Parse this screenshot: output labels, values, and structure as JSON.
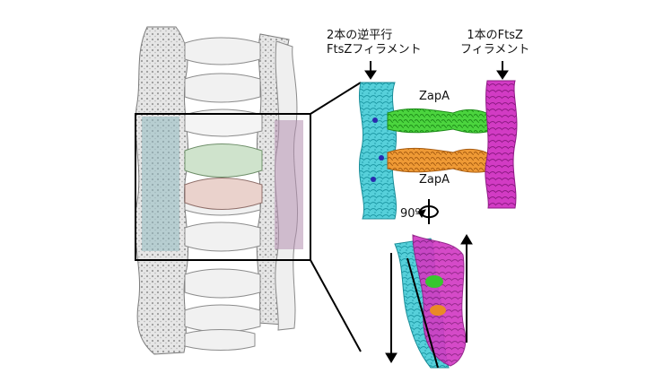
{
  "labels": {
    "double_filament_line1": "2本の逆平行",
    "double_filament_line2": "FtsZフィラメント",
    "single_filament_line1": "1本のFtsZ",
    "single_filament_line2": "フィラメント",
    "zapa_top": "ZapA",
    "zapa_bottom": "ZapA",
    "rotation": "90º"
  },
  "colors": {
    "ftsz_double": "#3fc6d2",
    "ftsz_single": "#d02ac2",
    "zapa_top": "#37c72e",
    "zapa_bottom": "#ea8a25",
    "density_map": "#d8d8d8"
  }
}
